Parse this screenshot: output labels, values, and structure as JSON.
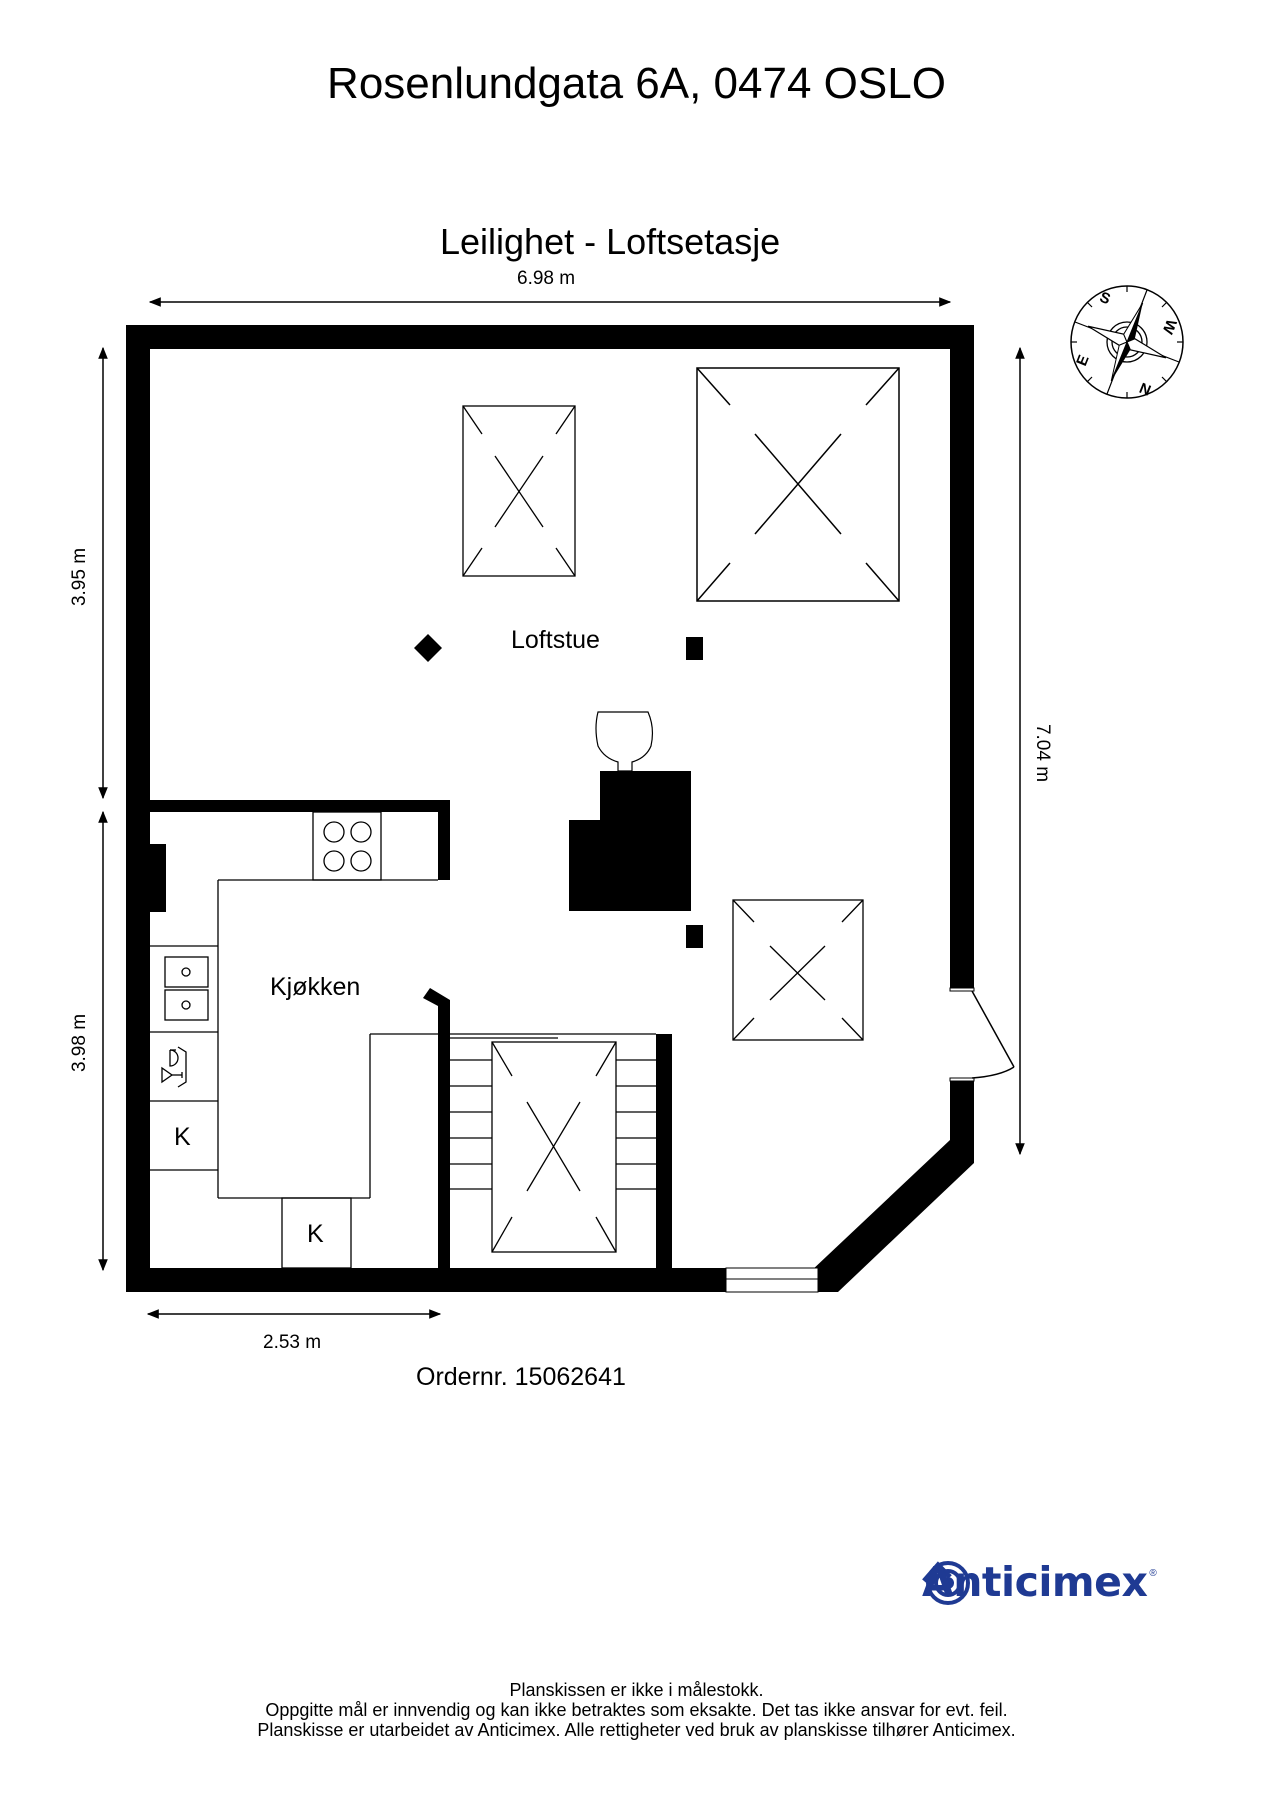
{
  "header": {
    "address": "Rosenlundgata 6A, 0474 OSLO",
    "floor_title": "Leilighet  - Loftsetasje"
  },
  "dimensions": {
    "top_width": "6.98 m",
    "left_upper": "3.95 m",
    "left_lower": "3.98 m",
    "right_height": "7.04 m",
    "bottom_width": "2.53 m"
  },
  "rooms": {
    "loftstue": "Loftstue",
    "kjokken": "Kjøkken",
    "cabinet_k1": "K",
    "cabinet_k2": "K"
  },
  "compass": {
    "labels": [
      "S",
      "W",
      "N",
      "E"
    ],
    "icon": "compass-rose-icon"
  },
  "order": "Ordernr. 15062641",
  "brand": {
    "name": "Anticimex",
    "registered": "®",
    "color": "#1f3a93",
    "icon": "anticimex-logo-icon"
  },
  "footer": {
    "lines": [
      "Planskissen er ikke i målestokk.",
      "Oppgitte mål er innvendig og kan ikke betraktes som eksakte. Det tas ikke ansvar for evt. feil.",
      "Planskisse er utarbeidet av Anticimex. Alle rettigheter ved bruk av planskisse tilhører Anticimex."
    ]
  }
}
